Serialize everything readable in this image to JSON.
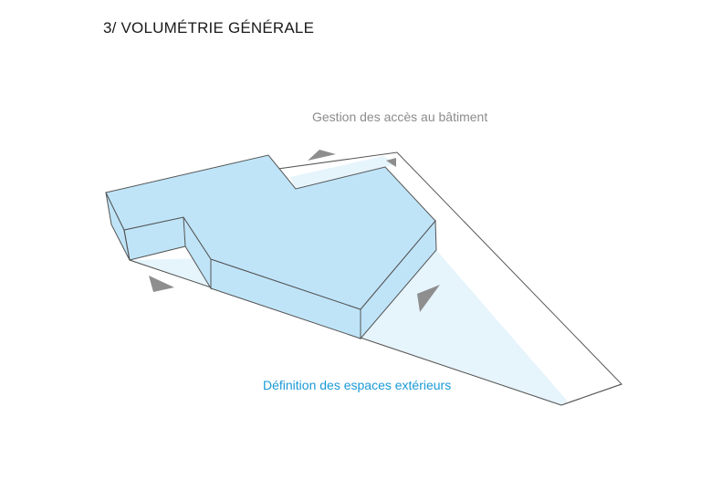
{
  "title": "3/ VOLUMÉTRIE GÉNÉRALE",
  "labels": {
    "access": "Gestion des accès au bâtiment",
    "outdoor": "Définition des espaces extérieurs"
  },
  "colors": {
    "building_fill": "#bfe4f8",
    "ground_fill": "#e6f4fc",
    "outline": "#555555",
    "arrow": "#8e8e8e",
    "access_label": "#8c8c8c",
    "outdoor_label": "#1a9ad6"
  }
}
